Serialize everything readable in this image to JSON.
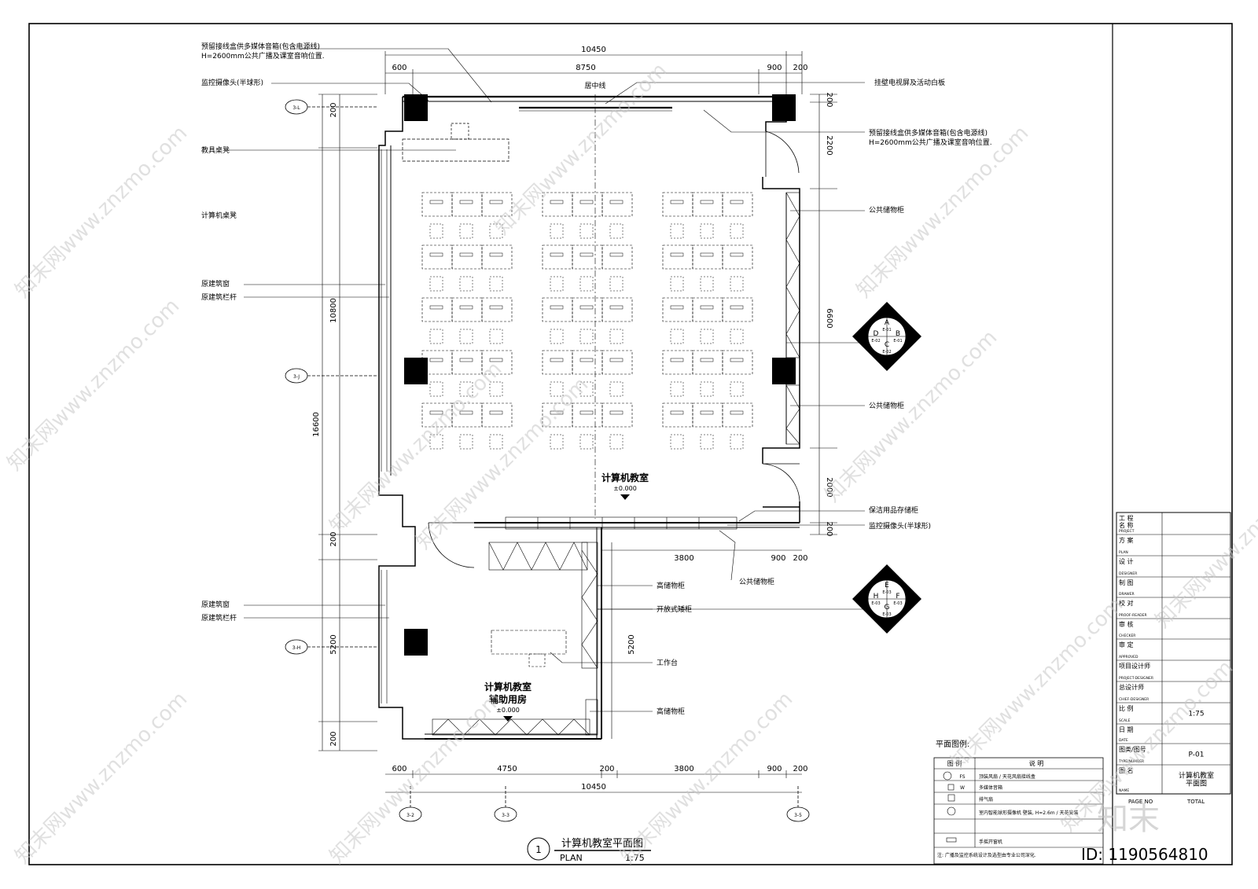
{
  "drawing": {
    "title": "计算机教室平面图",
    "subtitle": "PLAN",
    "scale_text": "1:75",
    "drawing_number": "1",
    "room_main": "计算机教室",
    "room_main_level": "±0.000",
    "room_aux_line1": "计算机教室",
    "room_aux_line2": "辅助用房",
    "room_aux_level": "±0.000",
    "centerline_label": "居中线"
  },
  "dimensions": {
    "top_total": "10450",
    "top_parts": [
      "600",
      "8750",
      "900",
      "200"
    ],
    "bottom_parts": [
      "600",
      "4750",
      "200",
      "3800",
      "900",
      "200"
    ],
    "bottom_total": "10450",
    "left_total": "16600",
    "left_upper": "10800",
    "left_parts": [
      "200",
      "200",
      "5200",
      "200"
    ],
    "right_parts": [
      "200",
      "2200",
      "6600",
      "2000",
      "200"
    ],
    "inner_3800": "3800",
    "inner_900": "900",
    "inner_200": "200",
    "inner_5200": "5200"
  },
  "axes": {
    "rows": [
      "3-L",
      "3-J",
      "3-H"
    ],
    "cols": [
      "3-2",
      "3-3",
      "3-5"
    ]
  },
  "annotations_left": [
    "预留接线盒供多媒体音箱(包含电源线)",
    "H=2600mm公共广播及课室音响位置.",
    "监控摄像头(半球形)",
    "教具桌凳",
    "计算机桌凳",
    "原建筑窗",
    "原建筑栏杆",
    "原建筑窗",
    "原建筑栏杆"
  ],
  "annotations_right": [
    "挂壁电视屏及活动白板",
    "预留接线盒供多媒体音箱(包含电源线)",
    "H=2600mm公共广播及课室音响位置.",
    "公共储物柜",
    "公共储物柜",
    "保洁用品存储柜",
    "监控摄像头(半球形)",
    "公共储物柜",
    "高储物柜",
    "开放式矮柜",
    "工作台",
    "高储物柜"
  ],
  "index_symbols": [
    {
      "top": "A",
      "left": "D",
      "right": "B",
      "bottom": "C",
      "ref_top": "E-01",
      "ref_left": "E-02",
      "ref_right": "E-01",
      "ref_bottom": "E-02"
    },
    {
      "top": "E",
      "left": "H",
      "right": "F",
      "bottom": "G",
      "ref_top": "E-03",
      "ref_left": "E-03",
      "ref_right": "E-03",
      "ref_bottom": "E-03"
    }
  ],
  "legend": {
    "title": "平面图例:",
    "header_symbol": "图 例",
    "header_desc": "说 明",
    "rows": [
      {
        "symbol": "FS",
        "desc": "顶装风扇 / 天花风扇接线盒"
      },
      {
        "symbol": "W",
        "desc": "多媒体音箱"
      },
      {
        "symbol": "",
        "desc": "排气扇"
      },
      {
        "symbol": "",
        "desc": "室内智能球形摄像机    壁装, H=2.6m / 天花安装"
      },
      {
        "symbol": "",
        "desc": "手摇开窗机"
      }
    ],
    "note": "注: 广播及监控系统设计及选型由专业公司深化."
  },
  "title_block": {
    "rows": [
      {
        "cn": "工 程\n名 称",
        "en": "PROJECT",
        "value": ""
      },
      {
        "cn": "方 案",
        "en": "PLAN",
        "value": ""
      },
      {
        "cn": "设 计",
        "en": "DESIGNER",
        "value": ""
      },
      {
        "cn": "制 图",
        "en": "DRAWER",
        "value": ""
      },
      {
        "cn": "校 对",
        "en": "PROOF-READER",
        "value": ""
      },
      {
        "cn": "审 核",
        "en": "CHECKER",
        "value": ""
      },
      {
        "cn": "审 定",
        "en": "APPROVED",
        "value": ""
      },
      {
        "cn": "项目设计师",
        "en": "PROJECT-DESIGNER",
        "value": ""
      },
      {
        "cn": "总设计师",
        "en": "CHIEF-DESIGNER",
        "value": ""
      },
      {
        "cn": "比 例",
        "en": "SCALE",
        "value": "1:75"
      },
      {
        "cn": "日 期",
        "en": "DATE",
        "value": ""
      },
      {
        "cn": "图类/图号",
        "en": "TYPE/NUMBER",
        "value": "P-01"
      },
      {
        "cn": "图 名",
        "en": "NAME",
        "value": "计算机教室\n平面图"
      }
    ],
    "page_no": "PAGE NO",
    "total": "TOTAL"
  },
  "watermark": {
    "text": "知末网www.znzmo.com",
    "brand": "知末",
    "id": "ID: 1190564810"
  }
}
